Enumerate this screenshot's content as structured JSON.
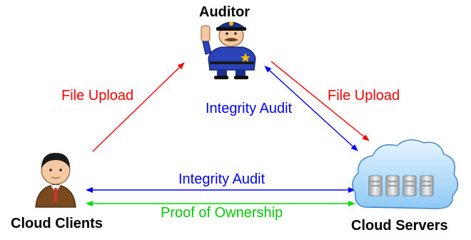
{
  "nodes": {
    "auditor": {
      "label": "Auditor",
      "icon": "police-officer-icon"
    },
    "clients": {
      "label": "Cloud Clients",
      "icon": "businessman-icon"
    },
    "servers": {
      "label": "Cloud Servers",
      "icon": "cloud-servers-icon"
    }
  },
  "edges": {
    "client_upload_to_auditor": {
      "label": "File Upload",
      "color": "#ff0000"
    },
    "auditor_upload_to_servers": {
      "label": "File Upload",
      "color": "#ff0000"
    },
    "auditor_servers_audit": {
      "label": "Integrity Audit",
      "color": "#0000ff"
    },
    "clients_servers_audit": {
      "label": "Integrity Audit",
      "color": "#0000ff"
    },
    "clients_servers_ownership": {
      "label": "Proof of Ownership",
      "color": "#00cc00"
    }
  }
}
